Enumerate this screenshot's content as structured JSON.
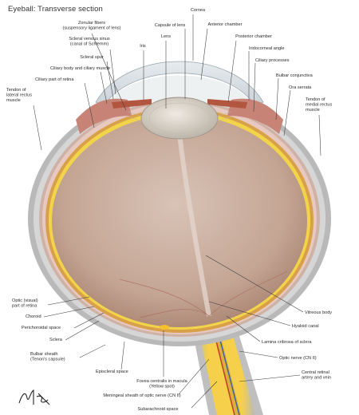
{
  "title": "Eyeball: Transverse section",
  "labels": {
    "zonular_fibers": [
      "Zonular fibers",
      "(suspensory ligament of lens)"
    ],
    "scleral_venous_sinus": [
      "Scleral venous sinus",
      "(canal of Schlemm)"
    ],
    "scleral_spur": [
      "Scleral spur"
    ],
    "ciliary_body_muscle": [
      "Ciliary body and ciliary muscle"
    ],
    "ciliary_part_retina": [
      "Ciliary part of retina"
    ],
    "tendon_lateral": [
      "Tendon of",
      "lateral rectus",
      "muscle"
    ],
    "iris": [
      "Iris"
    ],
    "lens": [
      "Lens"
    ],
    "capsule_lens": [
      "Capsule of lens"
    ],
    "cornea": [
      "Cornea"
    ],
    "anterior_chamber": [
      "Anterior chamber"
    ],
    "posterior_chamber": [
      "Posterior chamber"
    ],
    "iridocorneal_angle": [
      "Iridocorneal angle"
    ],
    "ciliary_processes": [
      "Ciliary processes"
    ],
    "bulbar_conjunctiva": [
      "Bulbar conjunctiva"
    ],
    "ora_serrata": [
      "Ora serrata"
    ],
    "tendon_medial": [
      "Tendon of",
      "medial rectus",
      "muscle"
    ],
    "optic_retina": [
      "Optic (visual)",
      "part of retina"
    ],
    "choroid": [
      "Choroid"
    ],
    "perichoroidal_space": [
      "Perichoroidal space"
    ],
    "sclera": [
      "Sclera"
    ],
    "bulbar_sheath": [
      "Bulbar sheath",
      "(Tenon's capsule)"
    ],
    "episcleral_space": [
      "Episcleral space"
    ],
    "fovea": [
      "Fovea centralis in macula",
      "(Yellow spot)"
    ],
    "meningeal_sheath": [
      "Meningeal sheath of optic nerve (CN II)"
    ],
    "subarachnoid_space": [
      "Subarachnoid space"
    ],
    "vitreous_body": [
      "Vitreous body"
    ],
    "hyaloid_canal": [
      "Hyaloid canal"
    ],
    "lamina_cribrosa": [
      "Lamina cribrosa of sclera"
    ],
    "optic_nerve": [
      "Optic nerve (CN II)"
    ],
    "central_retinal": [
      "Central retinal",
      "artery and vein"
    ]
  },
  "colors": {
    "vitreous": "#c7aa9c",
    "retina": "#f0d24a",
    "sclera": "#cfcfcf",
    "iris": "#c9735c",
    "lens": "#dcd6cc",
    "nerve": "#f2c640",
    "vessel_artery": "#c0392b",
    "vessel_vein": "#3b5aa8"
  }
}
